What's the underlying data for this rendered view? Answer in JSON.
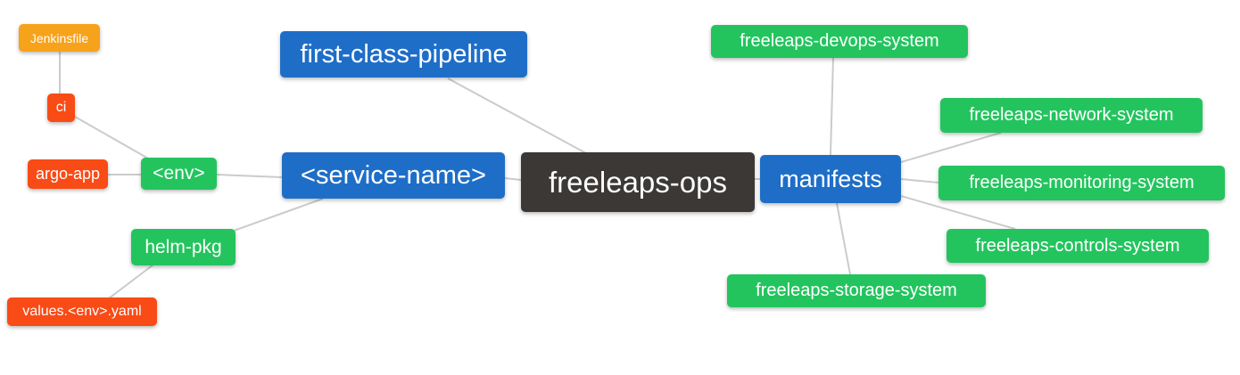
{
  "diagram": {
    "type": "mindmap",
    "root": "freeleaps-ops",
    "colors": {
      "orange": "#F7A21B",
      "red_orange": "#F94B16",
      "green": "#23C45E",
      "blue": "#1E6EC8",
      "dark": "#3B3836",
      "edge_gray": "#cbcbcb"
    },
    "nodes": {
      "jenkinsfile": {
        "label": "Jenkinsfile",
        "color": "#F7A21B"
      },
      "ci": {
        "label": "ci",
        "color": "#F94B16"
      },
      "argo_app": {
        "label": "argo-app",
        "color": "#F94B16"
      },
      "env": {
        "label": "<env>",
        "color": "#23C45E"
      },
      "service_name": {
        "label": "<service-name>",
        "color": "#1E6EC8"
      },
      "first_class_pipeline": {
        "label": "first-class-pipeline",
        "color": "#1E6EC8"
      },
      "freeleaps_ops": {
        "label": "freeleaps-ops",
        "color": "#3B3836"
      },
      "manifests": {
        "label": "manifests",
        "color": "#1E6EC8"
      },
      "devops_system": {
        "label": "freeleaps-devops-system",
        "color": "#23C45E"
      },
      "network_system": {
        "label": "freeleaps-network-system",
        "color": "#23C45E"
      },
      "monitoring_system": {
        "label": "freeleaps-monitoring-system",
        "color": "#23C45E"
      },
      "controls_system": {
        "label": "freeleaps-controls-system",
        "color": "#23C45E"
      },
      "storage_system": {
        "label": "freeleaps-storage-system",
        "color": "#23C45E"
      },
      "helm_pkg": {
        "label": "helm-pkg",
        "color": "#23C45E"
      },
      "values_env_yaml": {
        "label": "values.<env>.yaml",
        "color": "#F94B16"
      }
    },
    "edges": [
      [
        "jenkinsfile",
        "ci"
      ],
      [
        "ci",
        "env"
      ],
      [
        "argo_app",
        "env"
      ],
      [
        "env",
        "service_name"
      ],
      [
        "helm_pkg",
        "service_name"
      ],
      [
        "helm_pkg",
        "values_env_yaml"
      ],
      [
        "first_class_pipeline",
        "freeleaps_ops"
      ],
      [
        "service_name",
        "freeleaps_ops"
      ],
      [
        "freeleaps_ops",
        "manifests"
      ],
      [
        "manifests",
        "devops_system"
      ],
      [
        "manifests",
        "network_system"
      ],
      [
        "manifests",
        "monitoring_system"
      ],
      [
        "manifests",
        "controls_system"
      ],
      [
        "manifests",
        "storage_system"
      ]
    ]
  }
}
